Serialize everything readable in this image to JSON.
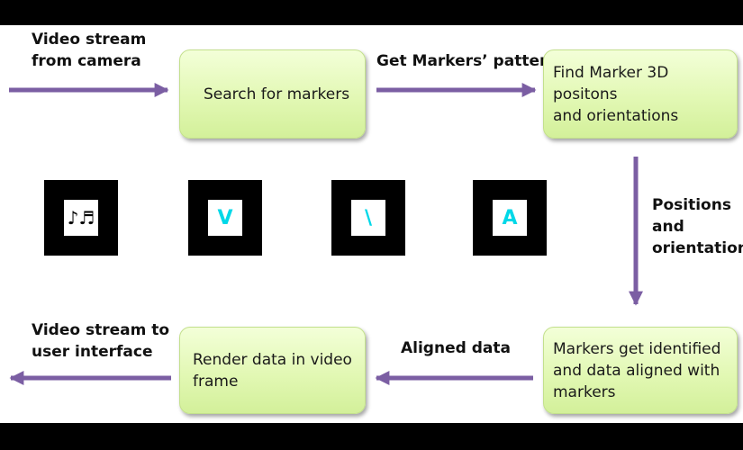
{
  "input_label": "Video stream\nfrom camera",
  "edge_top": "Get Markers’ pattern",
  "edge_right": "Positions\n and\norientations",
  "edge_bottom": "Aligned data",
  "output_label": "Video stream to\nuser interface",
  "boxes": {
    "search": "Search for markers",
    "find": "Find Marker 3D positons\nand orientations",
    "identify": "Markers get identified\nand data aligned with\nmarkers",
    "render": "Render data in video\nframe"
  },
  "markers": [
    {
      "glyph": "♪♬",
      "color": "#000000"
    },
    {
      "glyph": "V",
      "color": "#00d8e8"
    },
    {
      "glyph": "\\",
      "color": "#00d8e8"
    },
    {
      "glyph": "A",
      "color": "#00d8e8"
    }
  ],
  "colors": {
    "arrow": "#7b5ea3",
    "box_fill": "#e2f8b4",
    "marker_accent": "#00d8e8"
  }
}
